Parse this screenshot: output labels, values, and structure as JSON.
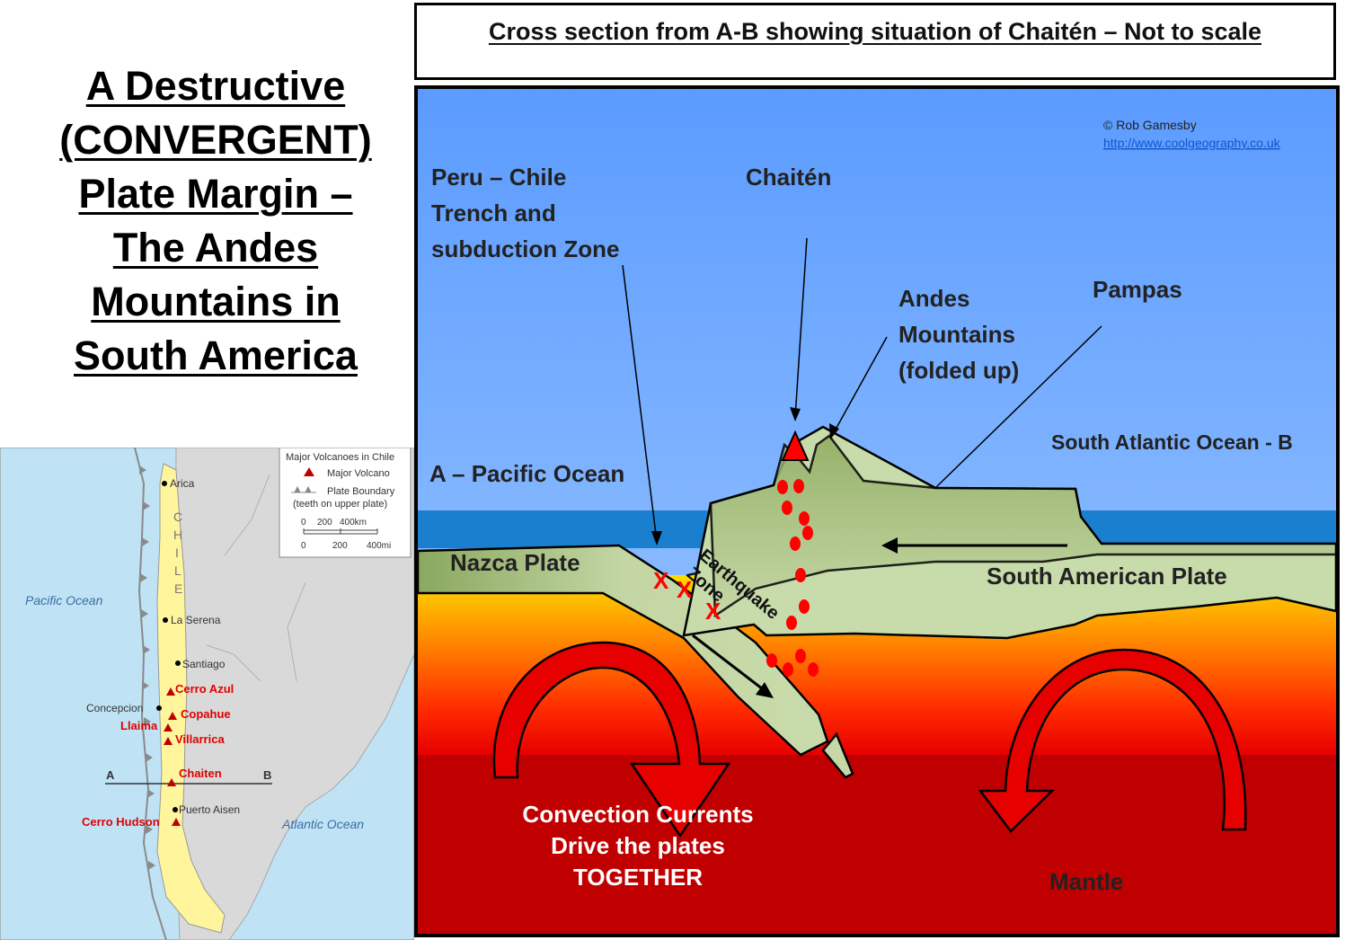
{
  "title": {
    "line1": "A Destructive",
    "line2": "(CONVERGENT)",
    "line3": "Plate Margin –",
    "line4": "The Andes",
    "line5": "Mountains in",
    "line6": "South America"
  },
  "map": {
    "legend": {
      "heading": "Major Volcanoes in Chile",
      "volcano": "Major Volcano",
      "boundary": "Plate Boundary",
      "boundary_note": "(teeth on upper plate)",
      "km_ticks": [
        "0",
        "200",
        "400km"
      ],
      "mi_ticks": [
        "0",
        "200",
        "400mi"
      ]
    },
    "pacific": "Pacific Ocean",
    "atlantic": "Atlantic Ocean",
    "country_letters": [
      "C",
      "H",
      "I",
      "L",
      "E"
    ],
    "towns": {
      "arica": "Arica",
      "la_serena": "La Serena",
      "santiago": "Santiago",
      "concepcion": "Concepcion",
      "puerto_aisen": "Puerto Aisen"
    },
    "volcanoes": {
      "cerro_azul": "Cerro Azul",
      "copahue": "Copahue",
      "llaima": "Llaima",
      "villarrica": "Villarrica",
      "chaiten": "Chaiten",
      "cerro_hudson": "Cerro Hudson"
    },
    "line_a": "A",
    "line_b": "B",
    "colors": {
      "sea": "#bfe3f5",
      "land": "#d9d9d9",
      "chile": "#fff59d",
      "volcano": "#c00000",
      "label_red": "#e00000"
    }
  },
  "cross_section": {
    "header": "Cross section from A-B showing situation of Chaitén – Not to scale",
    "credit": "© Rob Gamesby",
    "credit_url": "http://www.coolgeography.co.uk",
    "trench_label": [
      "Peru – Chile",
      "Trench and",
      "subduction Zone"
    ],
    "chaiten": "Chaitén",
    "andes": [
      "Andes",
      "Mountains",
      "(folded up)"
    ],
    "pampas": "Pampas",
    "atlantic": "South Atlantic Ocean - B",
    "pacific": "A – Pacific Ocean",
    "nazca": "Nazca Plate",
    "south_american": "South American Plate",
    "earthquake": [
      "Earthquake",
      "Zone"
    ],
    "quake_marks": [
      "X",
      "X",
      "X"
    ],
    "convection": [
      "Convection Currents",
      "Drive the plates",
      "TOGETHER"
    ],
    "mantle": "Mantle",
    "colors": {
      "sky_top": "#5b9bff",
      "sea": "#1b7fcf",
      "plate": "#c5d8a6",
      "mountain": "#9db56f",
      "mantle_top": "#ffc000",
      "mantle_mid": "#ff3300",
      "mantle_deep": "#c00000",
      "magma": "#ff0000"
    }
  }
}
